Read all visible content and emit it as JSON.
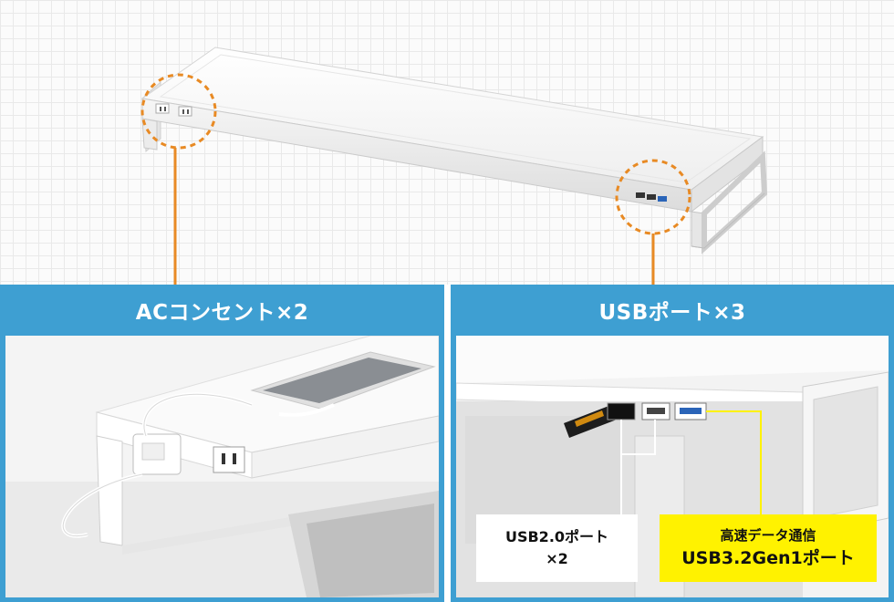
{
  "panels": {
    "left": {
      "title": "ACコンセント×2"
    },
    "right": {
      "title": "USBポート×3"
    }
  },
  "callouts": {
    "usb2_line1": "USB2.0ポート",
    "usb2_line2": "×2",
    "usb3_line1": "高速データ通信",
    "usb3_line2": "USB3.2Gen1ポート"
  },
  "colors": {
    "panel_blue": "#3e9fd2",
    "accent_orange": "#e88a24",
    "callout_yellow": "#fff200"
  }
}
